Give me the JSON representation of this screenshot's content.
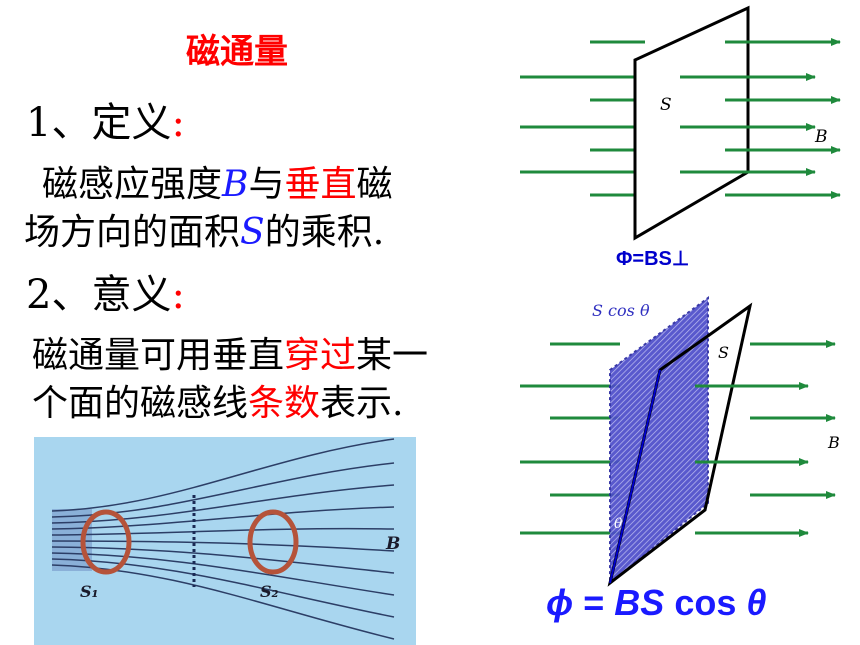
{
  "title": "磁通量",
  "section1": {
    "heading": "1、定义",
    "colon": ":",
    "line1_a": "磁感应强度",
    "line1_b": "B",
    "line1_c": "与",
    "line1_d": "垂直",
    "line1_e": "磁",
    "line2_a": "场方向的面积",
    "line2_b": "S",
    "line2_c": "的乘积."
  },
  "section2": {
    "heading": "2、意义",
    "colon": ":",
    "line1_a": "磁通量可用垂直",
    "line1_b": "穿过",
    "line1_c": "某一",
    "line2_a": "个面的磁感线",
    "line2_b": "条数",
    "line2_c": "表示."
  },
  "figure_top": {
    "surface_label": "S",
    "field_label": "B",
    "formula": "Φ=BS⊥"
  },
  "figure_bottom": {
    "projection_label": "S cos θ",
    "surface_label": "S",
    "field_label": "B",
    "angle_label": "θ",
    "formula_phi": "ϕ",
    "formula_eq": " = ",
    "formula_bs": "BS",
    "formula_cos": " cos ",
    "formula_theta": "θ"
  },
  "figure_field": {
    "s1_label": "S₁",
    "s2_label": "S₂",
    "field_label": "B"
  },
  "colors": {
    "accent_red": "#ff0000",
    "symbol_blue": "#1a1aff",
    "arrow_green": "#1f8a3c",
    "plate_bg": "#a9d6ef",
    "ring": "#b5533a"
  }
}
